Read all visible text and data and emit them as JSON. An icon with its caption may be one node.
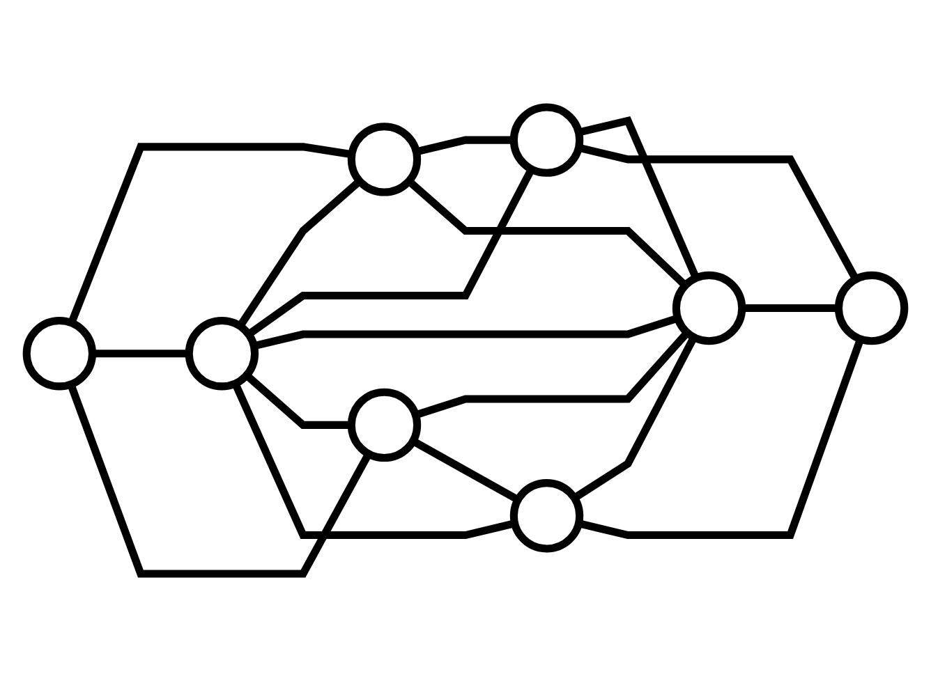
{
  "diagram": {
    "nodes": [
      {
        "text": [],
        "shape": "circle"
      },
      {
        "text": [],
        "shape": "circle"
      },
      {
        "text": [],
        "shape": "circle"
      },
      {
        "text": [],
        "shape": "circle"
      },
      {
        "text": [],
        "shape": "circle"
      },
      {
        "text": [],
        "shape": "circle"
      },
      {
        "text": [],
        "shape": "circle"
      },
      {
        "text": [],
        "shape": "circle"
      }
    ],
    "edges": [
      {
        "from": 0,
        "to": 1,
        "arrow": "none"
      },
      {
        "from": 2,
        "to": 0,
        "arrow": "none"
      },
      {
        "from": 3,
        "to": 0,
        "arrow": "none"
      },
      {
        "from": 0,
        "to": 4,
        "arrow": "none"
      },
      {
        "from": 3,
        "to": 1,
        "arrow": "none"
      },
      {
        "from": 1,
        "to": 4,
        "arrow": "none"
      },
      {
        "from": 1,
        "to": 5,
        "arrow": "none"
      },
      {
        "from": 2,
        "to": 3,
        "arrow": "none"
      },
      {
        "from": 2,
        "to": 6,
        "arrow": "none"
      },
      {
        "from": 3,
        "to": 4,
        "arrow": "none"
      },
      {
        "from": 3,
        "to": 6,
        "arrow": "none"
      },
      {
        "from": 3,
        "to": 7,
        "arrow": "none"
      },
      {
        "from": 4,
        "to": 5,
        "arrow": "none"
      },
      {
        "from": 6,
        "to": 4,
        "arrow": "none"
      },
      {
        "from": 7,
        "to": 4,
        "arrow": "none"
      },
      {
        "from": 7,
        "to": 5,
        "arrow": "none"
      },
      {
        "from": 6,
        "to": 7,
        "arrow": "none"
      }
    ]
  }
}
